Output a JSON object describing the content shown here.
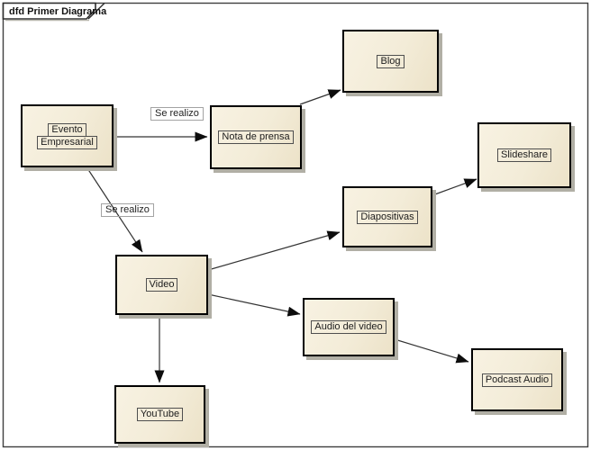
{
  "frame": {
    "title": "dfd Primer Diagrama"
  },
  "nodes": {
    "evento": {
      "line1": "Evento",
      "line2": "Empresarial"
    },
    "nota": {
      "label": "Nota de prensa"
    },
    "blog": {
      "label": "Blog"
    },
    "slideshare": {
      "label": "Slideshare"
    },
    "diapositivas": {
      "label": "Diapositivas"
    },
    "video": {
      "label": "Video"
    },
    "audio": {
      "label": "Audio del video"
    },
    "podcast": {
      "label": "Podcast Audio"
    },
    "youtube": {
      "label": "YouTube"
    }
  },
  "edges": {
    "evento_nota": {
      "label": "Se realizo"
    },
    "evento_video": {
      "label": "Se realizo"
    }
  },
  "colors": {
    "node_fill_light": "#f8f2e2",
    "node_fill_dark": "#ece2c8",
    "node_border": "#000000",
    "connector": "#333333",
    "shadow": "#b1afa5",
    "background": "#ffffff"
  }
}
